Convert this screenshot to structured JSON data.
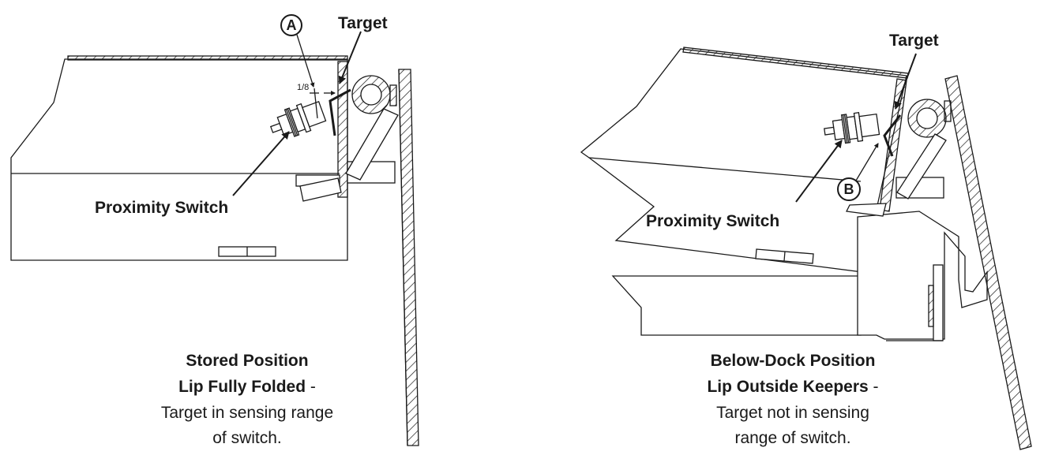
{
  "colors": {
    "line": "#1a1a1a",
    "background": "#ffffff"
  },
  "left": {
    "callout_a": "A",
    "target": "Target",
    "dimension": "1/8",
    "proximity_switch": "Proximity Switch",
    "caption_line1": "Stored Position",
    "caption_line2_bold": "Lip Fully Folded",
    "caption_line2_suffix": " -",
    "caption_line3": "Target in sensing range",
    "caption_line4": "of switch."
  },
  "right": {
    "callout_b": "B",
    "target": "Target",
    "proximity_switch": "Proximity Switch",
    "caption_line1": "Below-Dock Position",
    "caption_line2_bold": "Lip Outside Keepers",
    "caption_line2_suffix": " -",
    "caption_line3": "Target not in sensing",
    "caption_line4": "range of switch."
  }
}
